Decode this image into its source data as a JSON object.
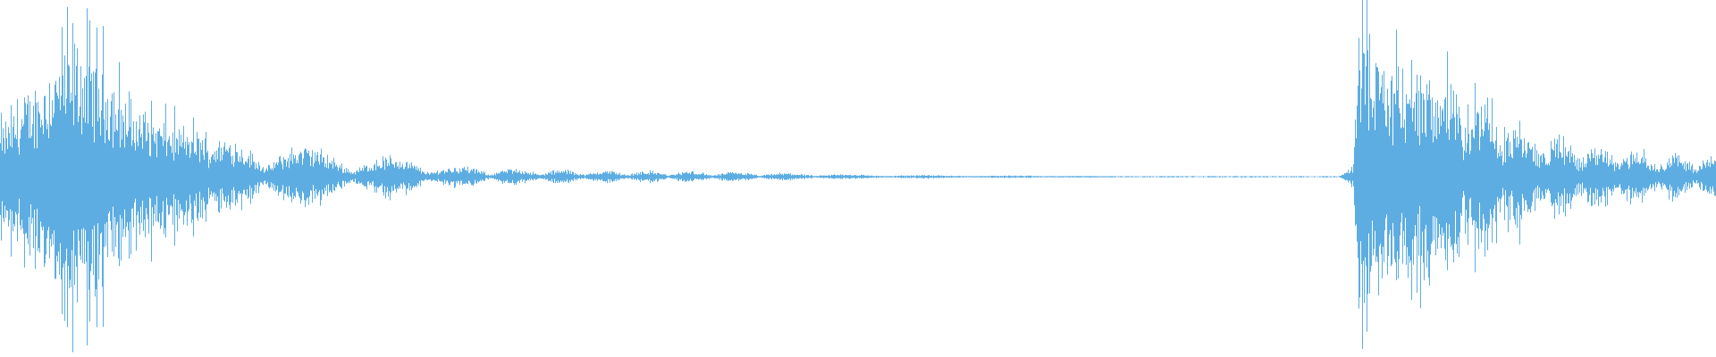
{
  "waveform": {
    "color": "#5DADE2",
    "background": "#ffffff",
    "duration_fraction_silence": [
      0.65,
      0.78
    ],
    "envelope": [
      {
        "at": 0.0,
        "amp": 0.3
      },
      {
        "at": 0.02,
        "amp": 0.55
      },
      {
        "at": 0.033,
        "amp": 0.75
      },
      {
        "at": 0.045,
        "amp": 0.82
      },
      {
        "at": 0.06,
        "amp": 0.7
      },
      {
        "at": 0.075,
        "amp": 0.45
      },
      {
        "at": 0.1,
        "amp": 0.32
      },
      {
        "at": 0.13,
        "amp": 0.24
      },
      {
        "at": 0.175,
        "amp": 0.2
      },
      {
        "at": 0.2,
        "amp": 0.14
      },
      {
        "at": 0.23,
        "amp": 0.13
      },
      {
        "at": 0.26,
        "amp": 0.07
      },
      {
        "at": 0.3,
        "amp": 0.05
      },
      {
        "at": 0.35,
        "amp": 0.04
      },
      {
        "at": 0.4,
        "amp": 0.035
      },
      {
        "at": 0.45,
        "amp": 0.025
      },
      {
        "at": 0.5,
        "amp": 0.015
      },
      {
        "at": 0.56,
        "amp": 0.01
      },
      {
        "at": 0.62,
        "amp": 0.006
      },
      {
        "at": 0.65,
        "amp": 0.004
      },
      {
        "at": 0.78,
        "amp": 0.004
      },
      {
        "at": 0.788,
        "amp": 0.05
      },
      {
        "at": 0.792,
        "amp": 0.95
      },
      {
        "at": 0.8,
        "amp": 0.8
      },
      {
        "at": 0.815,
        "amp": 0.65
      },
      {
        "at": 0.835,
        "amp": 0.62
      },
      {
        "at": 0.865,
        "amp": 0.48
      },
      {
        "at": 0.89,
        "amp": 0.3
      },
      {
        "at": 0.92,
        "amp": 0.22
      },
      {
        "at": 0.96,
        "amp": 0.16
      },
      {
        "at": 1.0,
        "amp": 0.12
      }
    ]
  }
}
